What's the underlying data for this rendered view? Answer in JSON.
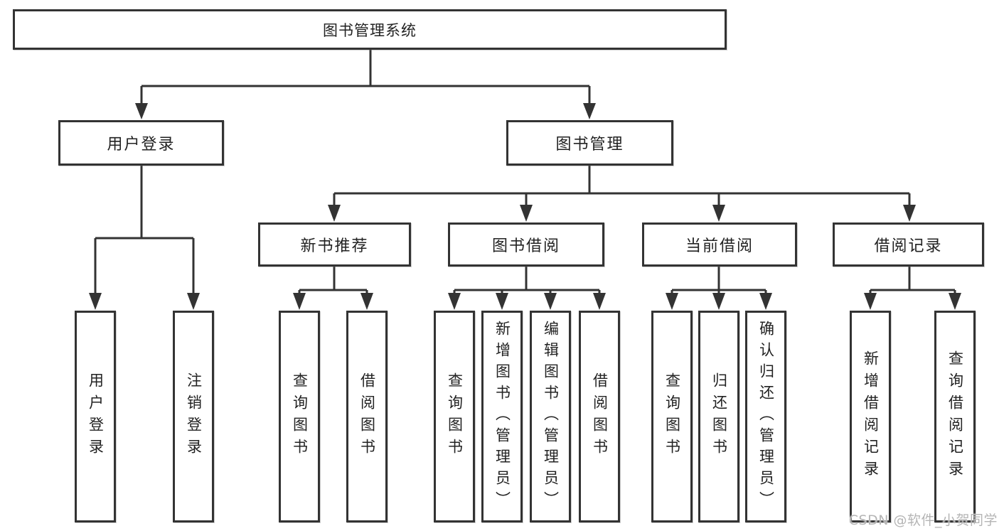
{
  "colors": {
    "bg": "#ffffff",
    "line": "#333333",
    "box_border": "#333333",
    "box_fill": "#ffffff",
    "text": "#222222",
    "watermark": "#b5b5b5"
  },
  "watermark": {
    "text": "CSDN @软件_小贺同学"
  },
  "tree": {
    "label": "图书管理系统",
    "children": [
      {
        "label": "用户登录",
        "children": [
          {
            "label": "用户登录"
          },
          {
            "label": "注销登录"
          }
        ]
      },
      {
        "label": "图书管理",
        "children": [
          {
            "label": "新书推荐",
            "children": [
              {
                "label": "查询图书"
              },
              {
                "label": "借阅图书"
              }
            ]
          },
          {
            "label": "图书借阅",
            "children": [
              {
                "label": "查询图书"
              },
              {
                "label": "新增图书（管理员）"
              },
              {
                "label": "编辑图书（管理员）"
              },
              {
                "label": "借阅图书"
              }
            ]
          },
          {
            "label": "当前借阅",
            "children": [
              {
                "label": "查询图书"
              },
              {
                "label": "归还图书"
              },
              {
                "label": "确认归还（管理员）"
              }
            ]
          },
          {
            "label": "借阅记录",
            "children": [
              {
                "label": "新增借阅记录"
              },
              {
                "label": "查询借阅记录"
              }
            ]
          }
        ]
      }
    ]
  }
}
